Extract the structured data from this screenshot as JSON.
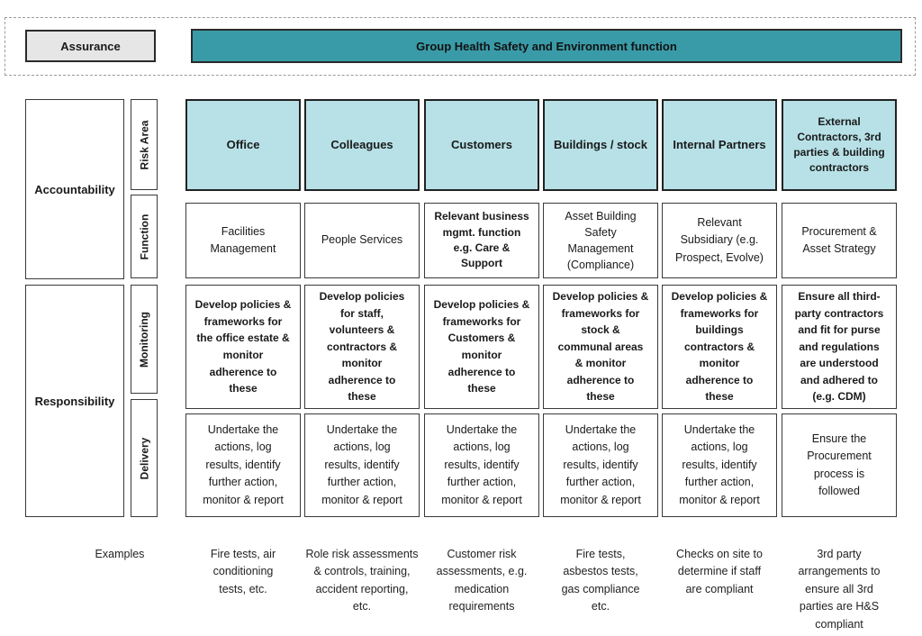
{
  "top": {
    "assurance": "Assurance",
    "function_title": "Group Health Safety and Environment function"
  },
  "left": {
    "accountability": "Accountability",
    "responsibility": "Responsibility",
    "examples": "Examples"
  },
  "row_labels": {
    "risk_area": "Risk Area",
    "function": "Function",
    "monitoring": "Monitoring",
    "delivery": "Delivery"
  },
  "columns": [
    {
      "risk_area": "Office",
      "function": "Facilities\nManagement",
      "monitoring": "Develop policies &\nframeworks for\nthe office estate &\nmonitor\nadherence to\nthese",
      "delivery": "Undertake the\nactions, log\nresults, identify\nfurther action,\nmonitor & report",
      "example": "Fire tests, air\nconditioning\ntests, etc."
    },
    {
      "risk_area": "Colleagues",
      "function": "People Services",
      "monitoring": "Develop policies\nfor staff,\nvolunteers &\ncontractors &\nmonitor\nadherence to\nthese",
      "delivery": "Undertake the\nactions, log\nresults, identify\nfurther action,\nmonitor & report",
      "example": "Role risk assessments\n& controls, training,\naccident reporting,\netc."
    },
    {
      "risk_area": "Customers",
      "function": "Relevant business\nmgmt. function\ne.g. Care &\nSupport",
      "monitoring": "Develop policies &\nframeworks for\nCustomers &\nmonitor\nadherence to\nthese",
      "delivery": "Undertake the\nactions, log\nresults, identify\nfurther action,\nmonitor & report",
      "example": "Customer risk\nassessments, e.g.\nmedication\nrequirements"
    },
    {
      "risk_area": "Buildings / stock",
      "function": "Asset Building\nSafety\nManagement\n(Compliance)",
      "monitoring": "Develop policies &\nframeworks for\nstock &\ncommunal areas\n& monitor\nadherence to\nthese",
      "delivery": "Undertake the\nactions, log\nresults, identify\nfurther action,\nmonitor & report",
      "example": "Fire tests,\nasbestos tests,\ngas compliance\netc."
    },
    {
      "risk_area": "Internal Partners",
      "function": "Relevant\nSubsidiary (e.g.\nProspect, Evolve)",
      "monitoring": "Develop policies &\nframeworks for\nbuildings\ncontractors &\nmonitor\nadherence to\nthese",
      "delivery": "Undertake the\nactions, log\nresults, identify\nfurther action,\nmonitor & report",
      "example": "Checks on site to\ndetermine if staff\nare compliant"
    },
    {
      "risk_area": "External\nContractors, 3rd\nparties & building\ncontractors",
      "function": "Procurement &\nAsset Strategy",
      "monitoring": "Ensure all third-\nparty contractors\nand fit for purse\nand regulations\nare understood\nand adhered to\n(e.g. CDM)",
      "delivery": "Ensure the\nProcurement\nprocess is\nfollowed",
      "example": "3rd party\narrangements to\nensure all 3rd\nparties are H&S\ncompliant"
    }
  ]
}
